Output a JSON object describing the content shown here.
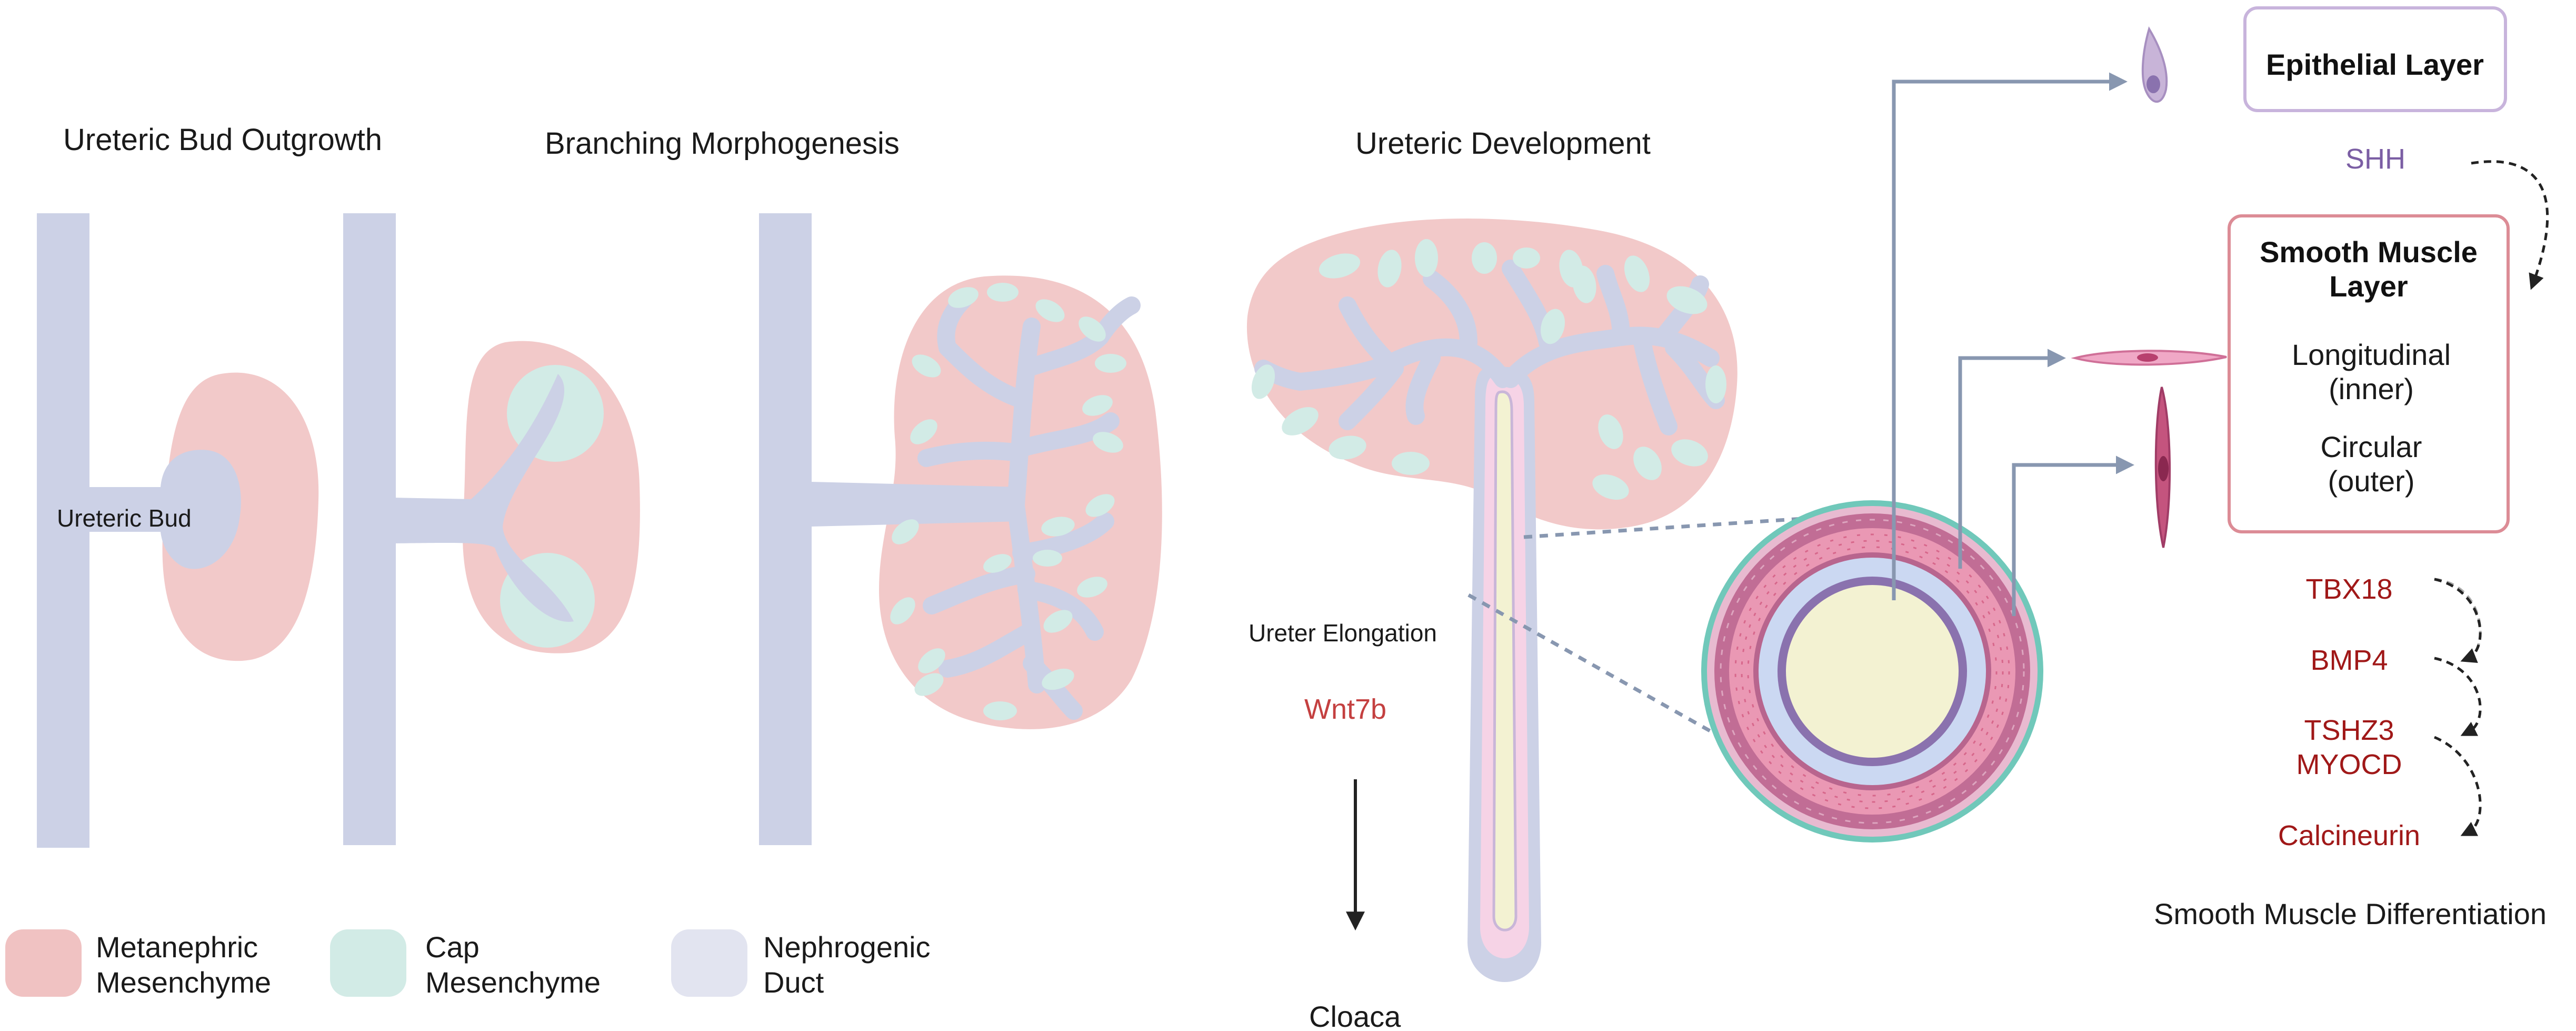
{
  "colors": {
    "metanephric": "#f2c9c9",
    "cap": "#d2ebe6",
    "duct": "#ccd1e6",
    "gene_red": "#a01818",
    "wnt": "#c44040",
    "shh": "#7b5ea4",
    "arrow_blue": "#8897b0",
    "epi_box": "#c8b4dc",
    "sm_box": "#dc8c96"
  },
  "titles": {
    "outgrowth": "Ureteric Bud Outgrowth",
    "branching": "Branching Morphogenesis",
    "ureteric_dev": "Ureteric Development",
    "smooth_diff": "Smooth Muscle Differentiation"
  },
  "labels": {
    "ureteric_bud": "Ureteric Bud",
    "ureter_elongation": "Ureter Elongation",
    "wnt7b": "Wnt7b",
    "cloaca": "Cloaca",
    "shh": "SHH"
  },
  "boxes": {
    "epithelial": "Epithelial Layer",
    "smooth_line1": "Smooth Muscle",
    "smooth_line2": "Layer",
    "longitudinal_1": "Longitudinal",
    "longitudinal_2": "(inner)",
    "circular_1": "Circular",
    "circular_2": "(outer)"
  },
  "genes": {
    "tbx18": "TBX18",
    "bmp4": "BMP4",
    "tshz3": "TSHZ3",
    "myocd": "MYOCD",
    "calcineurin": "Calcineurin"
  },
  "legend": [
    {
      "line1": "Metanephric",
      "line2": "Mesenchyme",
      "color": "#f0c2c2"
    },
    {
      "line1": "Cap",
      "line2": "Mesenchyme",
      "color": "#d2ebe6"
    },
    {
      "line1": "Nephrogenic",
      "line2": "Duct",
      "color": "#e2e4f0"
    }
  ]
}
